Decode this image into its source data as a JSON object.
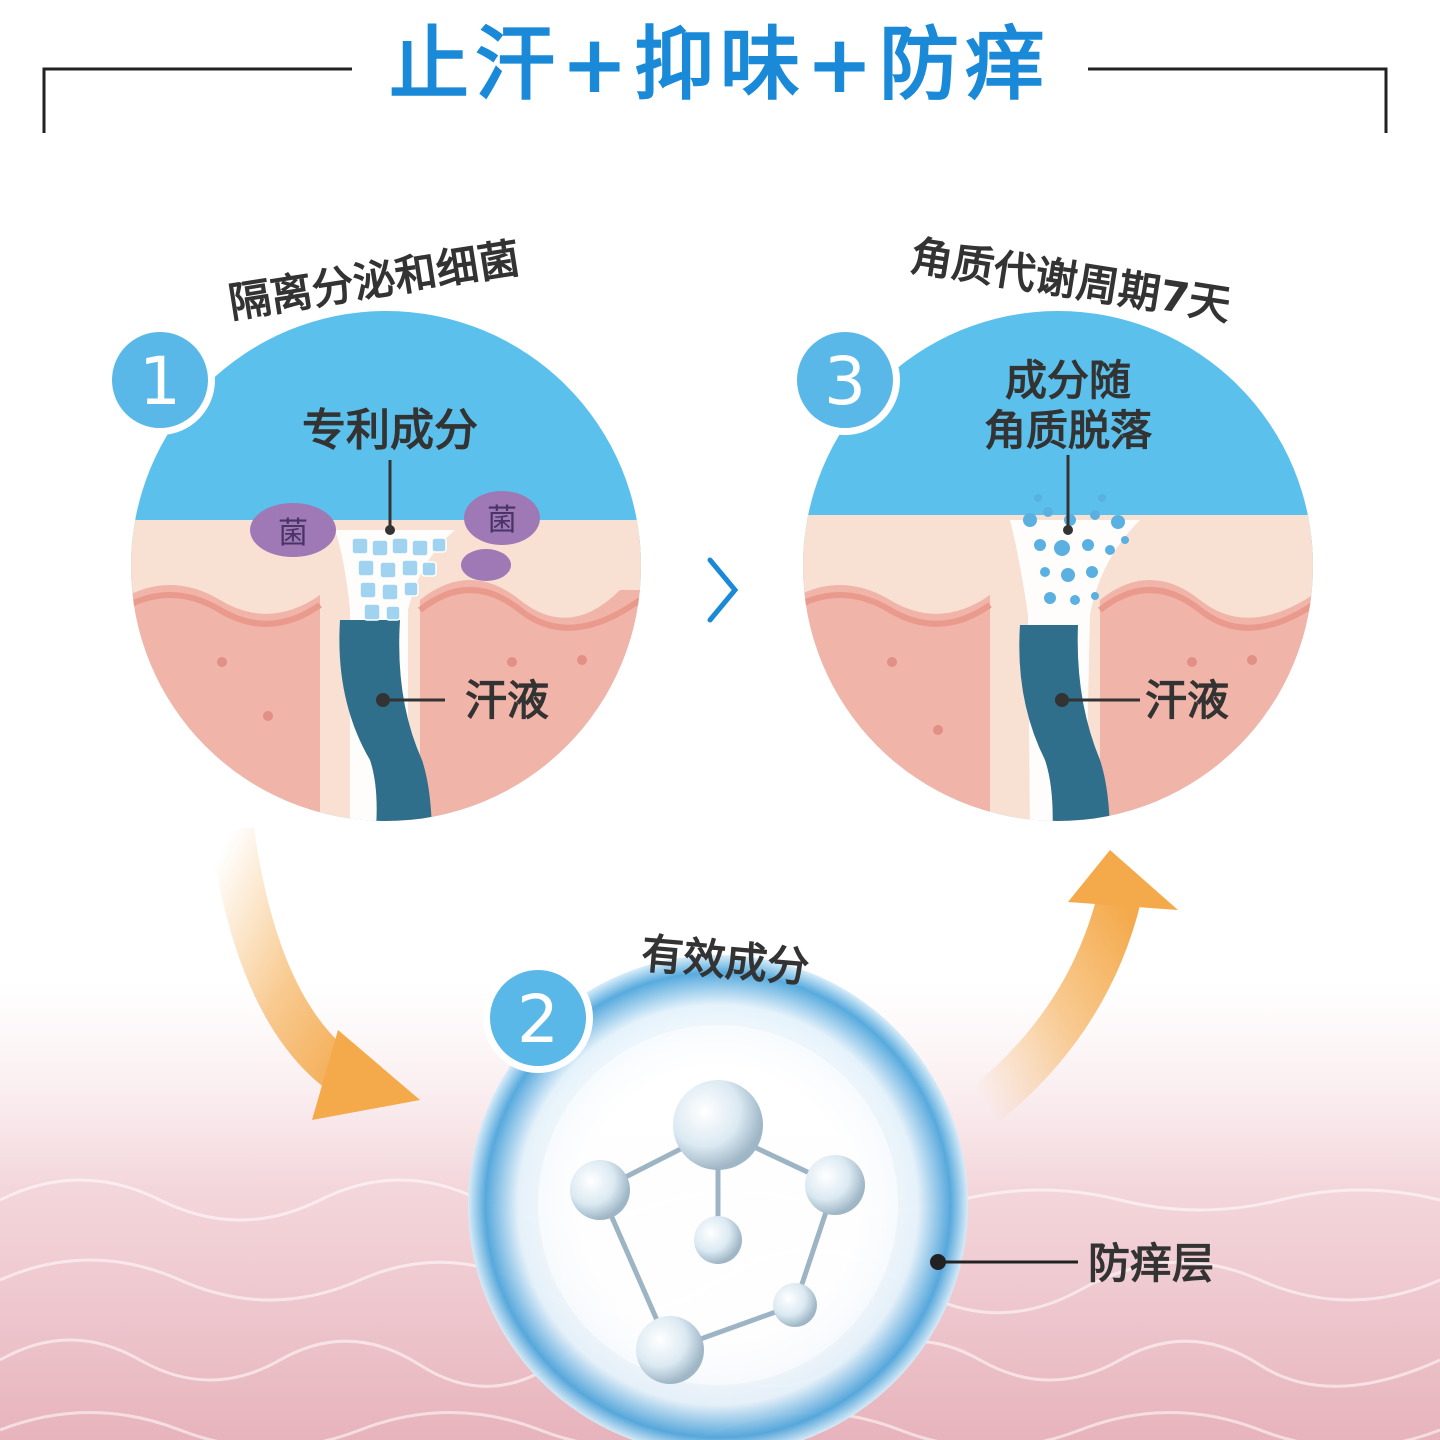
{
  "title": "止汗+抑味+防痒",
  "step1": {
    "number": "1",
    "heading": "隔离分泌和细菌",
    "ingredient_label": "专利成分",
    "bacteria_label_left": "菌",
    "bacteria_label_right": "菌",
    "sweat_label": "汗液"
  },
  "step2": {
    "number": "2",
    "heading": "有效成分",
    "layer_label": "防痒层"
  },
  "step3": {
    "number": "3",
    "heading": "角质代谢周期7天",
    "shedding_label_line1": "成分随",
    "shedding_label_line2": "角质脱落",
    "sweat_label": "汗液"
  },
  "colors": {
    "title": "#1a8ad8",
    "sky": "#5cc0ec",
    "badge": "#5ab8e8",
    "skin_top": "#f8e0d2",
    "skin_deep": "#f1b4a8",
    "duct": "#2f6f8c",
    "bacteria": "#9e79b6",
    "arrow": "#f4a94a"
  },
  "icons": [
    "chevron-right-icon",
    "curved-arrow-down-right-icon",
    "curved-arrow-up-right-icon",
    "molecule-icon",
    "bacteria-icon"
  ]
}
